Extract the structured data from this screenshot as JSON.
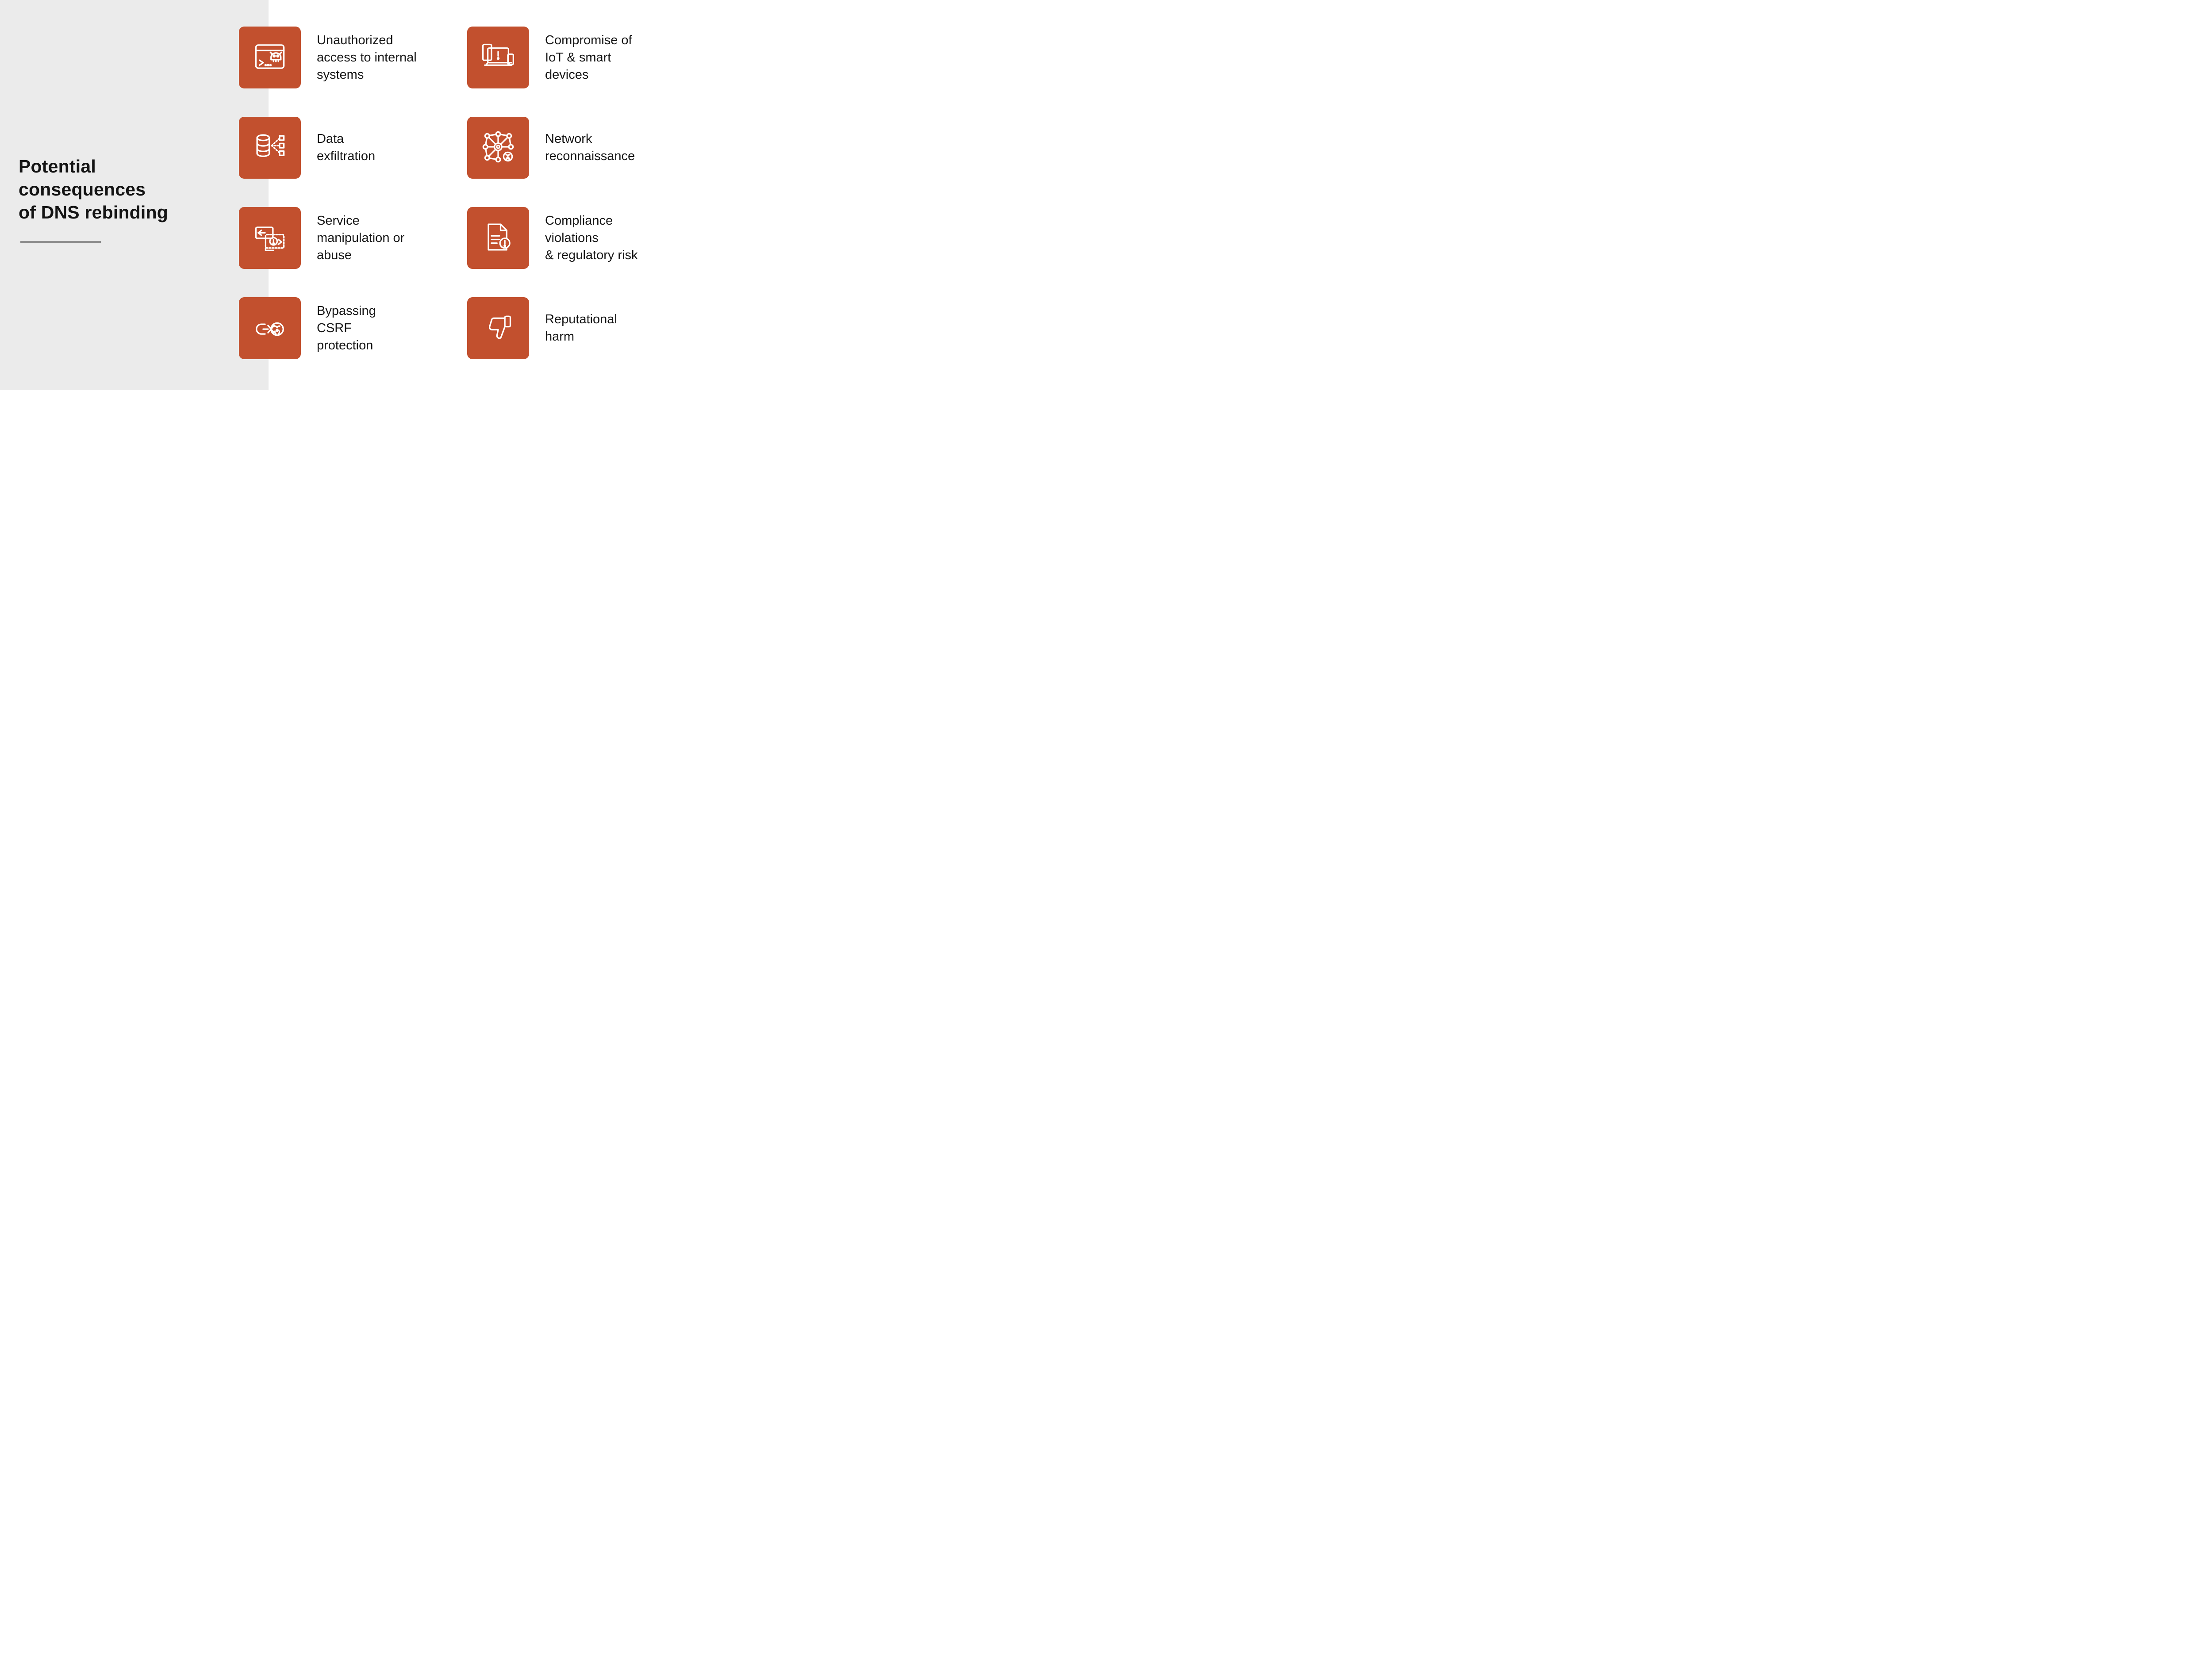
{
  "page": {
    "title": "Potential\nconsequences\nof DNS rebinding"
  },
  "colors": {
    "panel_bg": "#ebebeb",
    "tile_bg": "#c2502e",
    "tile_shadow": "#dcdcdc",
    "text": "#161616",
    "rule": "#8f8f8f",
    "icon_stroke": "#ffffff"
  },
  "items": [
    {
      "icon": "terminal-skull-icon",
      "label": "Unauthorized\naccess to internal\nsystems"
    },
    {
      "icon": "iot-devices-alert-icon",
      "label": "Compromise of\nIoT & smart\ndevices"
    },
    {
      "icon": "database-exfil-icon",
      "label": "Data\nexfiltration"
    },
    {
      "icon": "network-nodes-icon",
      "label": "Network\nreconnaissance"
    },
    {
      "icon": "process-warning-icon",
      "label": "Service\nmanipulation or\nabuse"
    },
    {
      "icon": "document-alert-icon",
      "label": "Compliance\nviolations\n& regulatory risk"
    },
    {
      "icon": "broken-link-hazard-icon",
      "label": "Bypassing\nCSRF\nprotection"
    },
    {
      "icon": "thumbs-down-icon",
      "label": "Reputational\nharm"
    }
  ]
}
